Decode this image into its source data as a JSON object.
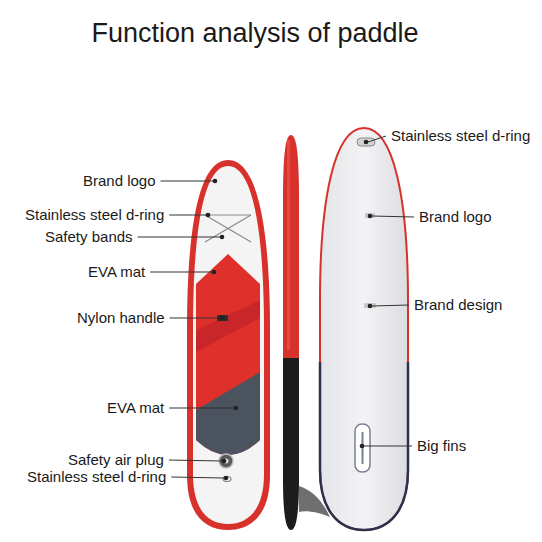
{
  "diagram": {
    "title": "Function analysis of paddle",
    "labels": [
      "Brand logo",
      "Stainless steel d-ring",
      "Safety bands",
      "EVA mat",
      "Nylon handle",
      "EVA mat",
      "Safety air plug",
      "Stainless steel d-ring",
      "Stainless steel d-ring",
      "Brand logo",
      "Brand design",
      "Big fins"
    ]
  }
}
